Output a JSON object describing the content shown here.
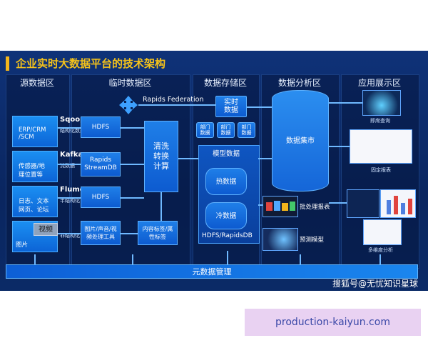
{
  "title": "企业实时大数据平台的技术架构",
  "columns": [
    "源数据区",
    "临时数据区",
    "数据存储区",
    "数据分析区",
    "应用展示区"
  ],
  "sources": [
    {
      "label": "ERP/CRM\n/SCM",
      "type": "Sqoop",
      "sub": "结构化数据"
    },
    {
      "label": "传感器/地\n理位置等",
      "type": "Kafka",
      "sub": "流数据"
    },
    {
      "label": "日志、文本\n网页、论坛",
      "type": "Flume",
      "sub": "半结构化"
    },
    {
      "label": "图片",
      "type": "",
      "sub": "非结构化"
    }
  ],
  "video_label": "视频",
  "temp": [
    "HDFS",
    "Rapids\nStreamDB",
    "HDFS",
    "图片/声音/视\n频处理工具"
  ],
  "clean": "清洗\n转换\n计算",
  "content_tags": "内容标签/属\n性标签",
  "federation": "Rapids Federation",
  "realtime": "实时\n数据",
  "departments": [
    "部门\n数据",
    "部门\n数据",
    "部门\n数据"
  ],
  "model_data": "模型数据",
  "hot_data": "热数据",
  "cold_data": "冷数据",
  "hdfs_rapidsdb": "HDFS/RapidsDB",
  "data_mart": "数据集市",
  "batch_report": "批处理报表",
  "predict_model": "预测模型",
  "apps": [
    "即席查询",
    "固定报表",
    "多维度分析"
  ],
  "meta": "元数据管理",
  "watermark": "搜狐号@无忧知识星球",
  "footer_text": "production-kaiyun.com"
}
